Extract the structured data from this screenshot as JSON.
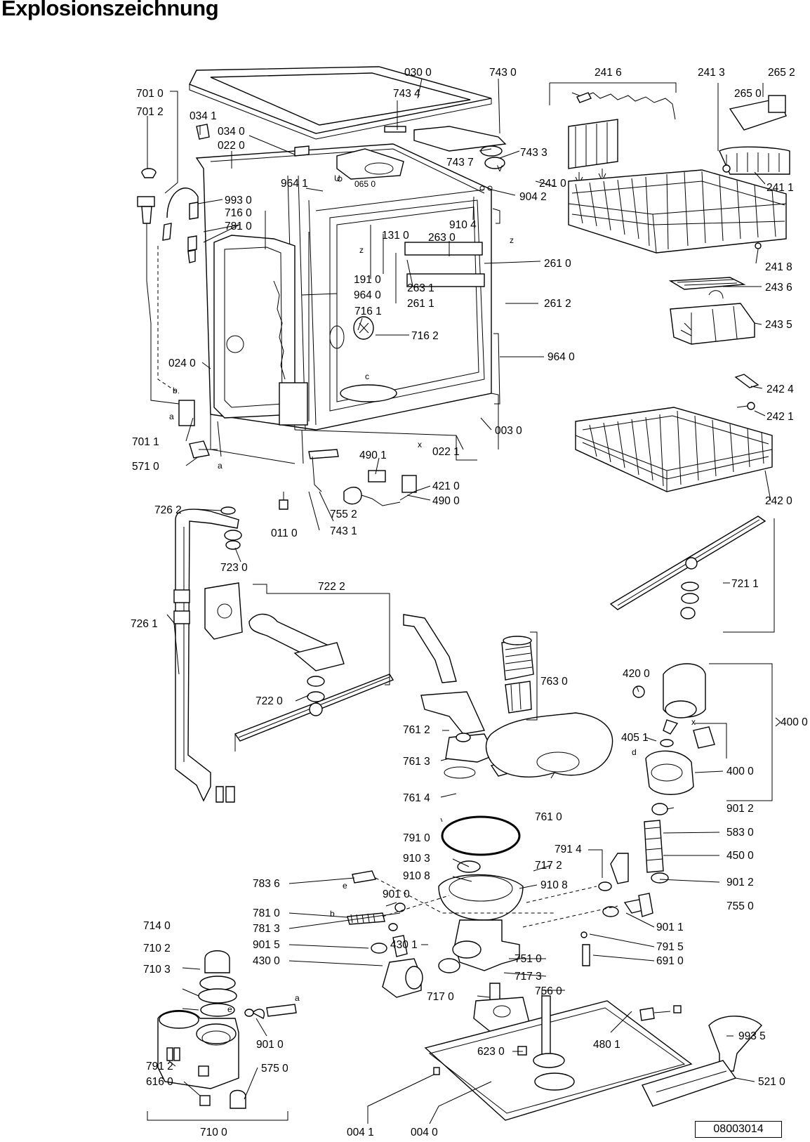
{
  "title": "Explosionszeichnung",
  "doc_number": "08003014",
  "parts": {
    "p0300": "030 0",
    "p7430": "743 0",
    "p2416": "241 6",
    "p2413": "241 3",
    "p2652": "265 2",
    "p7010": "701 0",
    "p7434": "743 4",
    "p2650": "265 0",
    "p7012": "701 2",
    "p0341": "034 1",
    "p0340": "034 0",
    "p0220": "022 0",
    "p7437": "743 7",
    "p7433": "743 3",
    "p0650": "065 0",
    "p9641": "964 1",
    "p2410": "241 0",
    "p9042": "904 2",
    "p2411": "241 1",
    "p9930": "993 0",
    "p7160": "716 0",
    "p7810": "781 0",
    "p9104": "910 4",
    "p1310": "131 0",
    "p2630": "263 0",
    "p2418": "241 8",
    "p2610": "261 0",
    "p1910": "191 0",
    "p2631": "263 1",
    "p2436": "243 6",
    "p9640a": "964 0",
    "p2611": "261 1",
    "p2612": "261 2",
    "p7161": "716 1",
    "p7162": "716 2",
    "p2435": "243 5",
    "p0240": "024 0",
    "p9640b": "964 0",
    "p2424": "242 4",
    "p2421": "242 1",
    "p0030": "003 0",
    "p7011": "701 1",
    "p5710": "571 0",
    "p4901": "490 1",
    "p0221": "022 1",
    "p4210": "421 0",
    "p4900": "490 0",
    "p2420": "242 0",
    "p7262": "726 2",
    "p7552": "755 2",
    "p0110": "011 0",
    "p7431": "743 1",
    "p7230": "723 0",
    "p7222": "722 2",
    "p7211": "721 1",
    "p7261": "726 1",
    "p7630": "763 0",
    "p7220": "722 0",
    "p4200": "420 0",
    "p4000a": "400 0",
    "p7612": "761 2",
    "p4051": "405 1",
    "p7613": "761 3",
    "p4000b": "400 0",
    "p7614": "761 4",
    "p7610": "761 0",
    "p9012a": "901 2",
    "p7910": "791 0",
    "p5830": "583 0",
    "p7914": "791 4",
    "p4500": "450 0",
    "p9103": "910 3",
    "p7172": "717 2",
    "p9108a": "910 8",
    "p9108b": "910 8",
    "p9012b": "901 2",
    "p7836": "783 6",
    "p9010a": "901 0",
    "p7550": "755 0",
    "p7810b": "781 0",
    "p9011": "901 1",
    "p7140": "714 0",
    "p7813": "781 3",
    "p7915": "791 5",
    "p7102": "710 2",
    "p4301": "430 1",
    "p9015": "901 5",
    "p7510": "751 0",
    "p6910": "691 0",
    "p4300": "430 0",
    "p7103": "710 3",
    "p7173": "717 3",
    "p7560": "756 0",
    "p7170": "717 0",
    "p4801": "480 1",
    "p9935": "993 5",
    "p9010b": "901 0",
    "p6230": "623 0",
    "p7912": "791 2",
    "p5750": "575 0",
    "p6160": "616 0",
    "p5210": "521 0",
    "p0041": "004 1",
    "p0040": "004 0",
    "p7100": "710 0"
  },
  "markers": {
    "z1": "z",
    "z2": "z",
    "c": "c",
    "x1": "x",
    "x2": "x",
    "b1": "b",
    "a1": "a",
    "a2": "a",
    "a3": "a",
    "d": "d",
    "e1": "e",
    "e2": "e",
    "b2": "b",
    "u1": "U",
    "u2": "V"
  },
  "colors": {
    "ink": "#000000",
    "paper": "#ffffff",
    "shade": "#d8d8d8"
  }
}
